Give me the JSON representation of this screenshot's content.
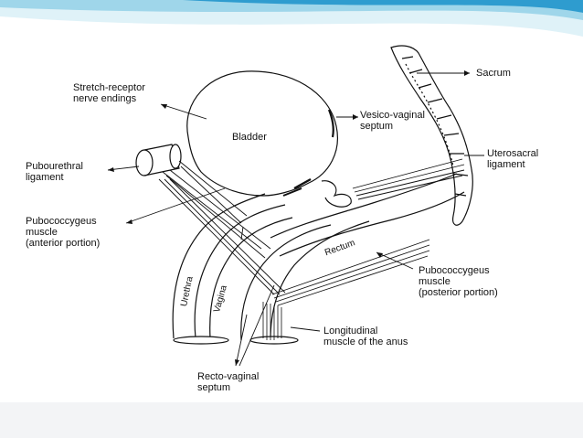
{
  "colors": {
    "background": "#ffffff",
    "swoosh_light": "#dff2f8",
    "swoosh_mid": "#9fd6ea",
    "swoosh_dark": "#2e9ccf",
    "footer": "#f3f4f6",
    "ink": "#111111"
  },
  "labels": {
    "sacrum": "Sacrum",
    "stretch_receptor": "Stretch-receptor\nnerve endings",
    "bladder": "Bladder",
    "vesico_vaginal": "Vesico-vaginal\nseptum",
    "uterosacral": "Uterosacral\nligament",
    "pubourethral": "Pubourethral\nligament",
    "pubococcygeus_anterior": "Pubococcygeus\nmuscle\n(anterior portion)",
    "rectum": "Rectum",
    "urethra": "Urethra",
    "vagina": "Vagina",
    "pubococcygeus_posterior": "Pubococcygeus\nmuscle\n(posterior portion)",
    "longitudinal": "Longitudinal\nmuscle of the anus",
    "recto_vaginal": "Recto-vaginal\nseptum"
  }
}
